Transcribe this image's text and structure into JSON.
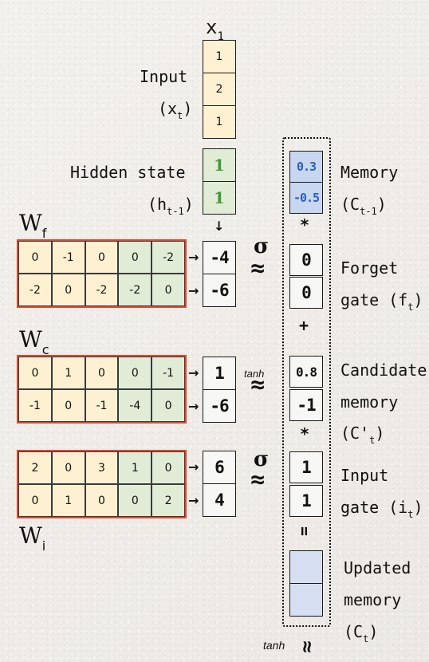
{
  "input": {
    "title": "x",
    "title_sub": "1",
    "label_line1": "Input",
    "label_line2_main": "(x",
    "label_line2_sub": "t",
    "label_line2_end": ")",
    "values": [
      "1",
      "2",
      "1"
    ]
  },
  "hidden_state": {
    "label_line1": "Hidden state",
    "label_line2_main": "(h",
    "label_line2_sub": "t-1",
    "label_line2_end": ")",
    "values": [
      "1",
      "1"
    ]
  },
  "weights": {
    "forget": {
      "name": "W",
      "sub": "f",
      "rows": [
        [
          "0",
          "-1",
          "0",
          "0",
          "-2"
        ],
        [
          "-2",
          "0",
          "-2",
          "-2",
          "0"
        ]
      ],
      "outputs": [
        "-4",
        "-6"
      ]
    },
    "candidate": {
      "name": "W",
      "sub": "c",
      "rows": [
        [
          "0",
          "1",
          "0",
          "0",
          "-1"
        ],
        [
          "-1",
          "0",
          "-1",
          "-4",
          "0"
        ]
      ],
      "outputs": [
        "1",
        "-6"
      ]
    },
    "input": {
      "name": "W",
      "sub": "i",
      "rows": [
        [
          "2",
          "0",
          "3",
          "1",
          "0"
        ],
        [
          "0",
          "1",
          "0",
          "0",
          "2"
        ]
      ],
      "outputs": [
        "6",
        "4"
      ]
    }
  },
  "activations": {
    "sigma": "σ",
    "approx": "≈",
    "tanh": "tanh"
  },
  "memory": {
    "label_line1": "Memory",
    "label_line2_main": "(C",
    "label_line2_sub": "t-1",
    "label_line2_end": ")",
    "values": [
      "0.3",
      "-0.5"
    ]
  },
  "forget_gate": {
    "label_line1": "Forget",
    "label_line2_main": "gate (f",
    "label_line2_sub": "t",
    "label_line2_end": ")",
    "values": [
      "0",
      "0"
    ]
  },
  "candidate_memory": {
    "label_line1": "Candidate",
    "label_line2": "memory",
    "label_line3_main": "(C'",
    "label_line3_sub": "t",
    "label_line3_end": ")",
    "values": [
      "0.8",
      "-1"
    ]
  },
  "input_gate": {
    "label_line1": "Input",
    "label_line2_main": "gate (i",
    "label_line2_sub": "t",
    "label_line2_end": ")",
    "values": [
      "1",
      "1"
    ]
  },
  "updated_memory": {
    "label_line1": "Updated",
    "label_line2": "memory",
    "label_line3_main": "(C",
    "label_line3_sub": "t",
    "label_line3_end": ")",
    "values": [
      "",
      ""
    ]
  },
  "operators": {
    "multiply": "*",
    "plus": "+",
    "equals": "=",
    "down_arrow": "↓",
    "right_arrow": "→"
  },
  "colors": {
    "yellow": "#fdf1d2",
    "green": "#e1ecd7",
    "blue": "#c8d6ef",
    "matrix_border": "#e2472e",
    "hand_green": "#3f9a3c",
    "hand_blue": "#2c5fbf"
  }
}
